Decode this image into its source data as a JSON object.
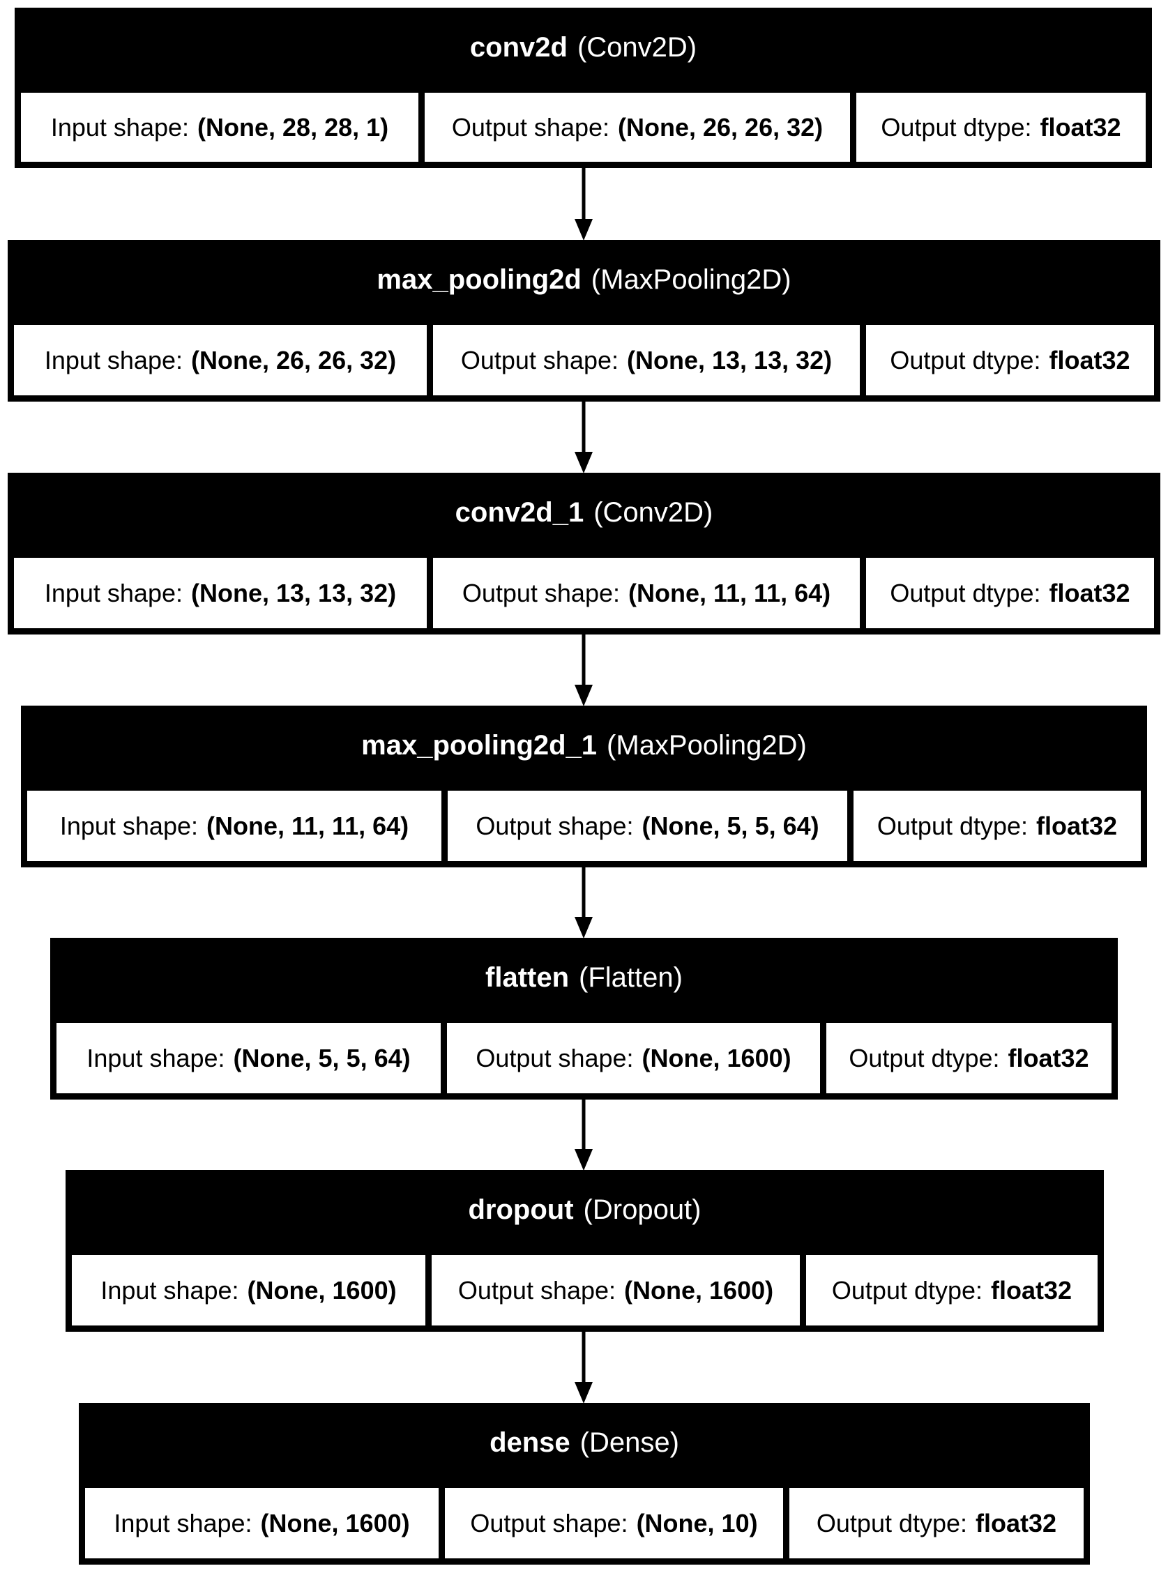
{
  "colors": {
    "node_fill": "#000000",
    "cell_fill": "#ffffff",
    "edge": "#000000",
    "header_text": "#ffffff"
  },
  "labels": {
    "input_shape": "Input shape:",
    "output_shape": "Output shape:",
    "output_dtype": "Output dtype:"
  },
  "nodes": [
    {
      "id": "conv2d",
      "name": "conv2d",
      "class": "(Conv2D)",
      "input_shape": "(None, 28, 28, 1)",
      "output_shape": "(None, 26, 26, 32)",
      "dtype": "float32"
    },
    {
      "id": "max_pooling2d",
      "name": "max_pooling2d",
      "class": "(MaxPooling2D)",
      "input_shape": "(None, 26, 26, 32)",
      "output_shape": "(None, 13, 13, 32)",
      "dtype": "float32"
    },
    {
      "id": "conv2d_1",
      "name": "conv2d_1",
      "class": "(Conv2D)",
      "input_shape": "(None, 13, 13, 32)",
      "output_shape": "(None, 11, 11, 64)",
      "dtype": "float32"
    },
    {
      "id": "max_pooling2d_1",
      "name": "max_pooling2d_1",
      "class": "(MaxPooling2D)",
      "input_shape": "(None, 11, 11, 64)",
      "output_shape": "(None, 5, 5, 64)",
      "dtype": "float32"
    },
    {
      "id": "flatten",
      "name": "flatten",
      "class": "(Flatten)",
      "input_shape": "(None, 5, 5, 64)",
      "output_shape": "(None, 1600)",
      "dtype": "float32"
    },
    {
      "id": "dropout",
      "name": "dropout",
      "class": "(Dropout)",
      "input_shape": "(None, 1600)",
      "output_shape": "(None, 1600)",
      "dtype": "float32"
    },
    {
      "id": "dense",
      "name": "dense",
      "class": "(Dense)",
      "input_shape": "(None, 1600)",
      "output_shape": "(None, 10)",
      "dtype": "float32"
    }
  ],
  "edges": [
    {
      "from": "conv2d",
      "to": "max_pooling2d"
    },
    {
      "from": "max_pooling2d",
      "to": "conv2d_1"
    },
    {
      "from": "conv2d_1",
      "to": "max_pooling2d_1"
    },
    {
      "from": "max_pooling2d_1",
      "to": "flatten"
    },
    {
      "from": "flatten",
      "to": "dropout"
    },
    {
      "from": "dropout",
      "to": "dense"
    }
  ]
}
